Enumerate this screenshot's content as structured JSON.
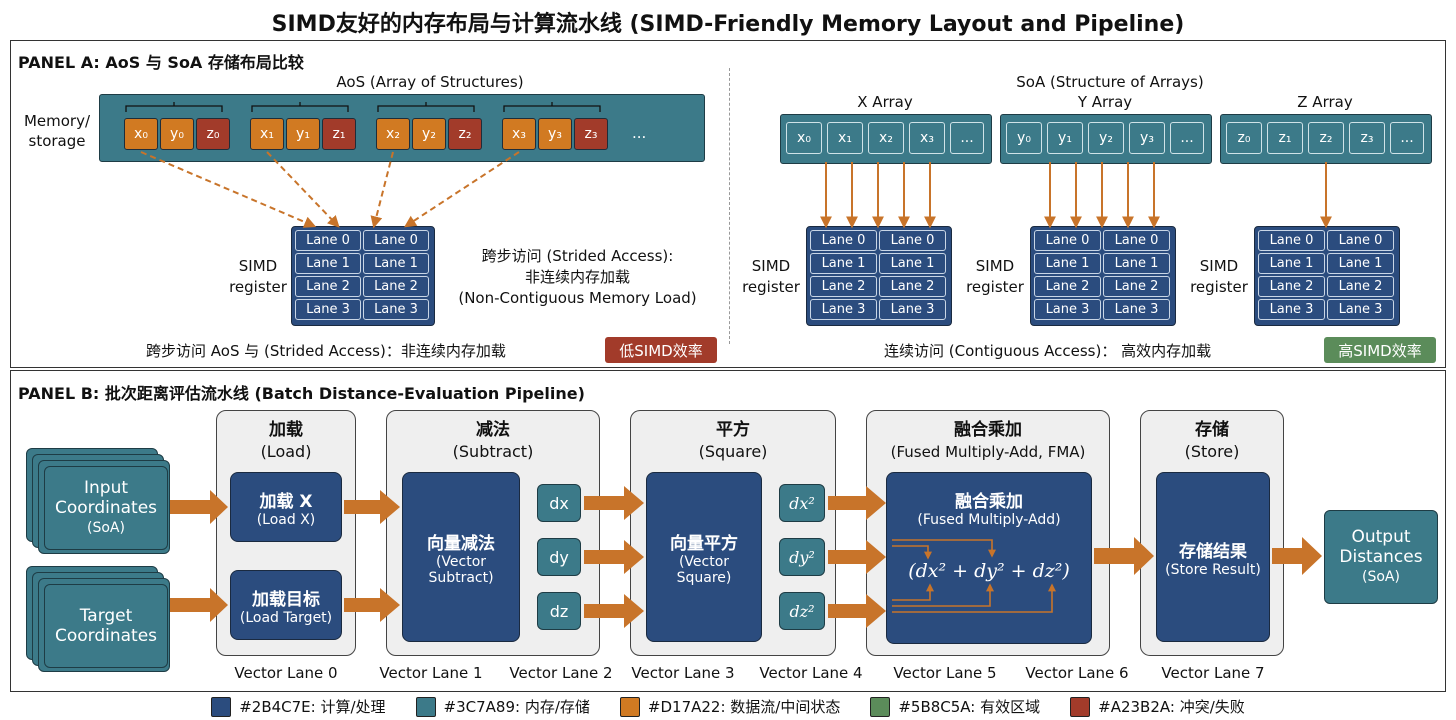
{
  "title": "SIMD友好的内存布局与计算流水线 (SIMD-Friendly Memory Layout and Pipeline)",
  "panel_a": {
    "title": "PANEL A: AoS 与 SoA 存储布局比较",
    "aos": {
      "label": "AoS (Array of Structures)",
      "memory_label_1": "Memory/",
      "memory_label_2": "storage",
      "groups": [
        {
          "x": "x₀",
          "y": "y₀",
          "z": "z₀"
        },
        {
          "x": "x₁",
          "y": "y₁",
          "z": "z₁"
        },
        {
          "x": "x₂",
          "y": "y₂",
          "z": "z₂"
        },
        {
          "x": "x₃",
          "y": "y₃",
          "z": "z₃"
        }
      ],
      "ellipsis": "...",
      "register_label_1": "SIMD",
      "register_label_2": "register",
      "lanes": [
        "Lane 0",
        "Lane 1",
        "Lane 2",
        "Lane 3"
      ],
      "note_1": "跨步访问 (Strided Access):",
      "note_2": "非连续内存加载",
      "note_3": "(Non-Contiguous Memory Load)",
      "summary": "跨步访问 AoS 与 (Strided Access)：非连续内存加载",
      "badge": "低SIMD效率"
    },
    "soa": {
      "label": "SoA (Structure of Arrays)",
      "arrays": [
        {
          "title": "X Array",
          "cells": [
            "x₀",
            "x₁",
            "x₂",
            "x₃",
            "..."
          ]
        },
        {
          "title": "Y Array",
          "cells": [
            "y₀",
            "y₁",
            "y₂",
            "y₃",
            "..."
          ]
        },
        {
          "title": "Z Array",
          "cells": [
            "z₀",
            "z₁",
            "z₂",
            "z₃",
            "..."
          ]
        }
      ],
      "register_label_1": "SIMD",
      "register_label_2": "register",
      "lanes": [
        "Lane 0",
        "Lane 1",
        "Lane 2",
        "Lane 3"
      ],
      "summary": "连续访问 (Contiguous Access)： 高效内存加载",
      "badge": "高SIMD效率"
    }
  },
  "panel_b": {
    "title": "PANEL B: 批次距离评估流水线 (Batch Distance-Evaluation Pipeline)",
    "inputs": [
      {
        "line1": "Input",
        "line2": "Coordinates",
        "line3": "(SoA)"
      },
      {
        "line1": "Target",
        "line2": "Coordinates",
        "line3": ""
      }
    ],
    "stages": {
      "load": {
        "title": "加载",
        "subtitle": "(Load)",
        "box1_title": "加载 X",
        "box1_sub": "(Load X)",
        "box2_title": "加载目标",
        "box2_sub": "(Load Target)"
      },
      "subtract": {
        "title": "减法",
        "subtitle": "(Subtract)",
        "box_title": "向量减法",
        "box_sub_1": "(Vector",
        "box_sub_2": "Subtract)",
        "outputs": [
          "dx",
          "dy",
          "dz"
        ]
      },
      "square": {
        "title": "平方",
        "subtitle": "(Square)",
        "box_title": "向量平方",
        "box_sub_1": "(Vector",
        "box_sub_2": "Square)",
        "outputs": [
          "dx²",
          "dy²",
          "dz²"
        ]
      },
      "fma": {
        "title": "融合乘加",
        "subtitle": "(Fused Multiply-Add, FMA)",
        "box_title": "融合乘加",
        "box_sub": "(Fused Multiply-Add)",
        "formula": "(dx² + dy² + dz²)"
      },
      "store": {
        "title": "存储",
        "subtitle": "(Store)",
        "box_title": "存储结果",
        "box_sub": "(Store Result)"
      }
    },
    "output": {
      "line1": "Output",
      "line2": "Distances",
      "line3": "(SoA)"
    },
    "lane_labels": [
      "Vector Lane 0",
      "Vector Lane 1",
      "Vector Lane 2",
      "Vector Lane 3",
      "Vector Lane 4",
      "Vector Lane 5",
      "Vector Lane 6",
      "Vector Lane 7"
    ]
  },
  "legend": [
    {
      "color": "#2B4C7E",
      "label": "#2B4C7E: 计算/处理"
    },
    {
      "color": "#3C7A89",
      "label": "#3C7A89: 内存/存储"
    },
    {
      "color": "#D17A22",
      "label": "#D17A22: 数据流/中间状态"
    },
    {
      "color": "#5B8C5A",
      "label": "#5B8C5A: 有效区域"
    },
    {
      "color": "#A23B2A",
      "label": "#A23B2A: 冲突/失败"
    }
  ]
}
